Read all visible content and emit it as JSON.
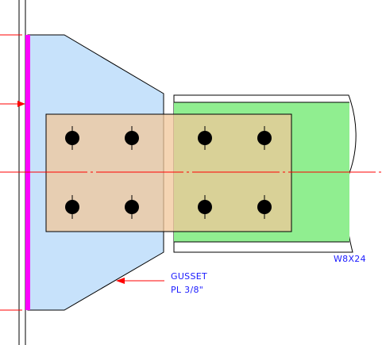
{
  "labels": {
    "member": "W8X24",
    "gusset_line1": "GUSSET",
    "gusset_line2": "PL 3/8\""
  },
  "colors": {
    "gusset_fill": "#c7e2fb",
    "beam_fill": "#90ee90",
    "splice_plate_fill": "#f2c79a",
    "weld_line": "#ff00ff",
    "centerline": "#ff0000",
    "callout_text": "#1a1aff",
    "outline": "#000000"
  },
  "bolts": {
    "rows": 2,
    "columns": 4
  }
}
